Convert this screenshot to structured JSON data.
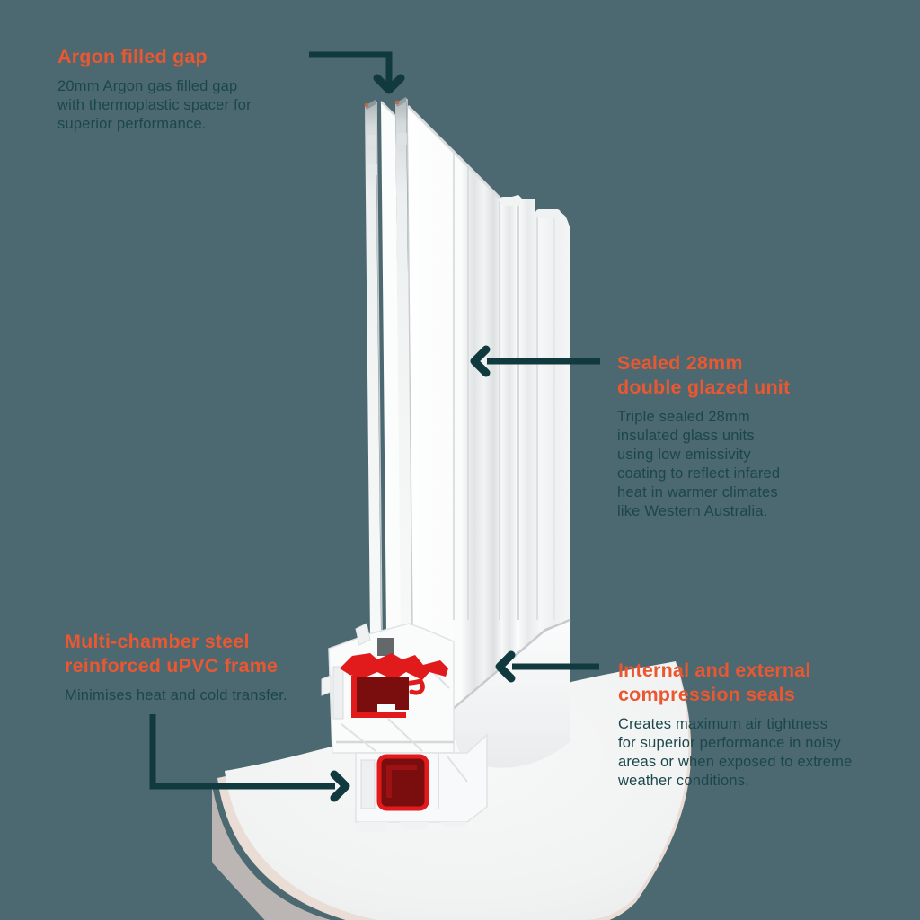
{
  "colors": {
    "bg": "#4C6870",
    "accent": "#EA5730",
    "text": "#1B474C",
    "arrow": "#113A3E",
    "seal-red": "#E11A1C",
    "steel-red": "#7A0D0E",
    "frame-white": "#FAFBFB",
    "shadow-beige": "#E9DDD6"
  },
  "callouts": {
    "argon": {
      "title": "Argon filled gap",
      "body": "20mm Argon gas filled gap\nwith thermoplastic spacer for\nsuperior performance."
    },
    "glazing": {
      "title": "Sealed 28mm\ndouble glazed unit",
      "body": "Triple sealed 28mm\ninsulated glass units\nusing low emissivity\ncoating to reflect infared\nheat in warmer climates\nlike Western Australia."
    },
    "frame": {
      "title": "Multi-chamber steel\nreinforced uPVC frame",
      "body": "Minimises heat and cold transfer."
    },
    "seals": {
      "title": "Internal and external\ncompression seals",
      "body": "Creates maximum air tightness\nfor superior performance in noisy\nareas or when exposed to extreme\nweather conditions."
    }
  },
  "illustration": {
    "alt": "Cut-away 3D render of a triple-sealed double glazed uPVC window corner",
    "parts": [
      "outer-glass-pane",
      "inner-glass-pane",
      "argon-gap-spacer",
      "frame-jamb",
      "sill-rail",
      "upvc-frame-cross-section",
      "red-compression-seals",
      "steel-reinforcement-tube",
      "shadow-swoosh"
    ]
  }
}
